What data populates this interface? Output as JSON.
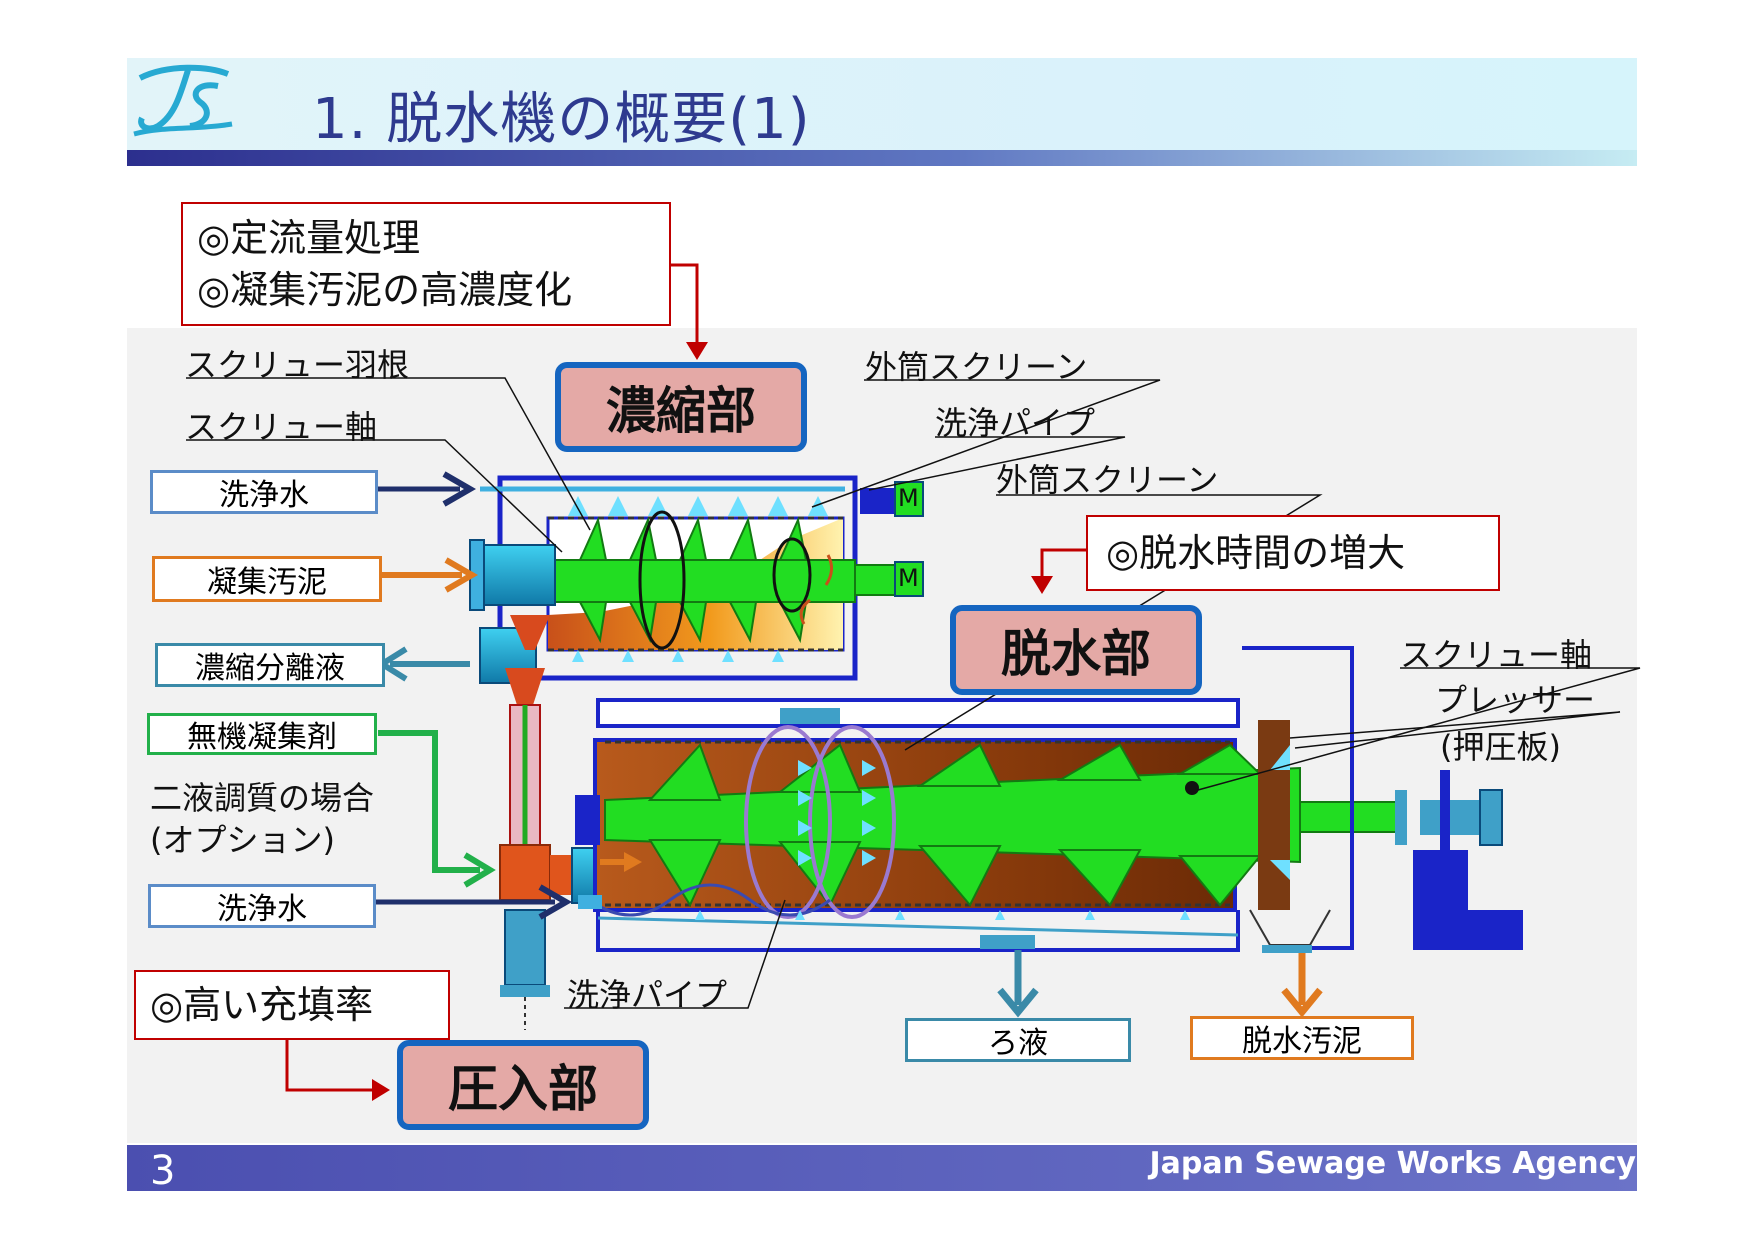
{
  "title": "1. 脱水機の概要(1)",
  "page_number": "3",
  "footer_org": "Japan Sewage Works Agency",
  "notes": {
    "thickening": [
      "◎定流量処理",
      "◎凝集汚泥の高濃度化"
    ],
    "dewatering": "◎脱水時間の増大",
    "injection": "◎高い充填率"
  },
  "sections": {
    "thickening": "濃縮部",
    "dewatering": "脱水部",
    "injection": "圧入部"
  },
  "inputs": {
    "wash_water_top": "洗浄水",
    "flocculated_sludge": "凝集汚泥",
    "separated_liquid": "濃縮分離液",
    "inorganic_coagulant": "無機凝集剤",
    "wash_water_bottom": "洗浄水"
  },
  "two_liquid": [
    "二液調質の場合",
    "(オプション)"
  ],
  "callouts": {
    "screw_blade": "スクリュー羽根",
    "screw_shaft_top": "スクリュー軸",
    "outer_screen_top": "外筒スクリーン",
    "wash_pipe_top": "洗浄パイプ",
    "outer_screen_mid": "外筒スクリーン",
    "screw_shaft_right": "スクリュー軸",
    "presser": "プレッサー",
    "presser_sub": "(押圧板)",
    "wash_pipe_bottom": "洗浄パイプ"
  },
  "outputs": {
    "filtrate": "ろ液",
    "dewatered_sludge": "脱水汚泥"
  },
  "motor_label": "M",
  "colors": {
    "navy": "#1f2f6b",
    "orange": "#e07a1f",
    "teal": "#3a8aa8",
    "green": "#22b04a",
    "red": "#c00000",
    "machine_blue": "#1a24c8",
    "screw_green": "#22dd22",
    "sludge_brown": "#8b3c0c"
  }
}
